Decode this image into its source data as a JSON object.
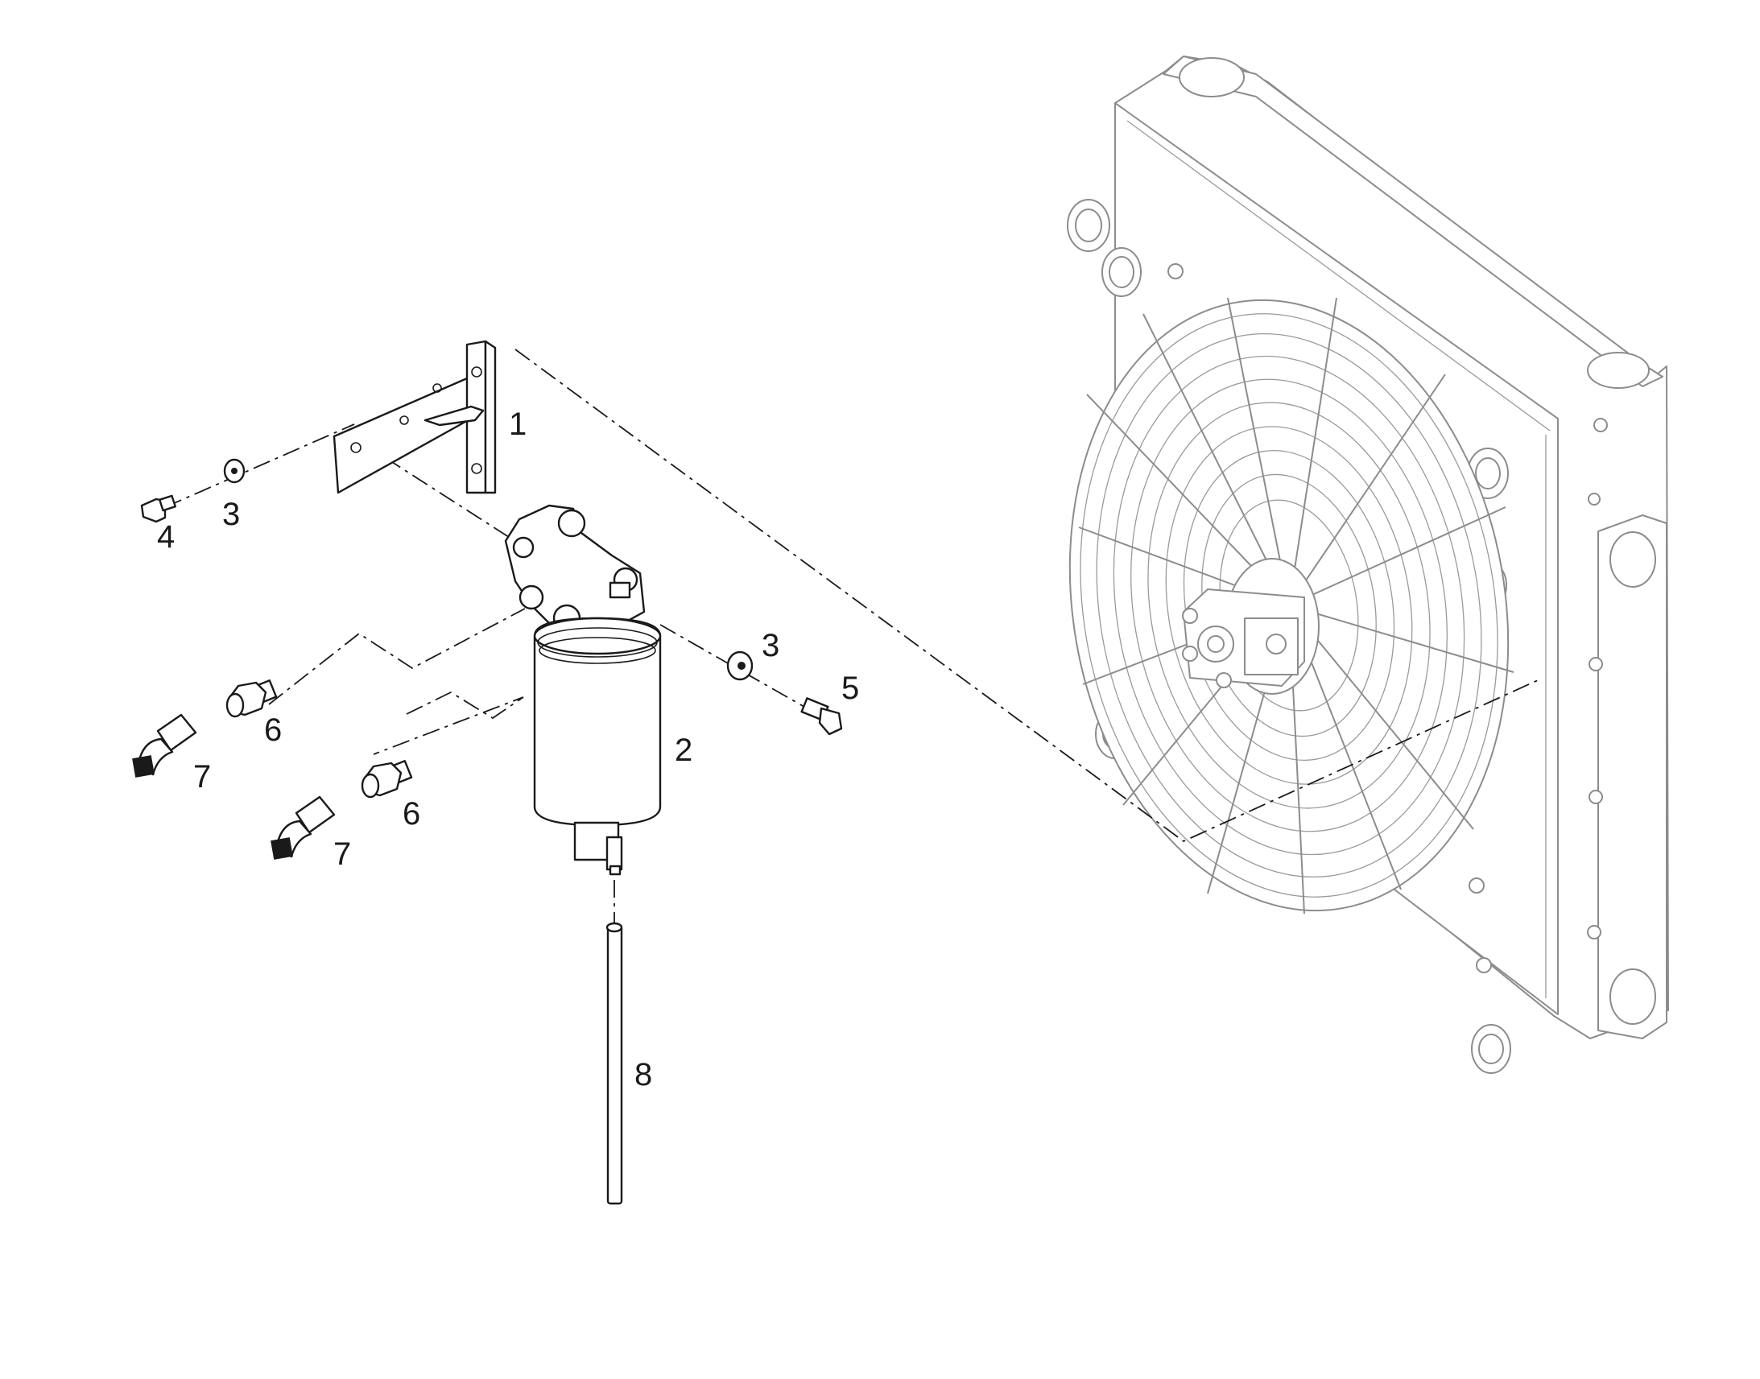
{
  "callouts": {
    "c1": "1",
    "c2": "2",
    "c3a": "3",
    "c3b": "3",
    "c4": "4",
    "c5": "5",
    "c6a": "6",
    "c6b": "6",
    "c7a": "7",
    "c7b": "7",
    "c8": "8"
  },
  "colors": {
    "line": "#1a1a1a",
    "ghost": "#8c8c8c",
    "background": "#ffffff"
  }
}
